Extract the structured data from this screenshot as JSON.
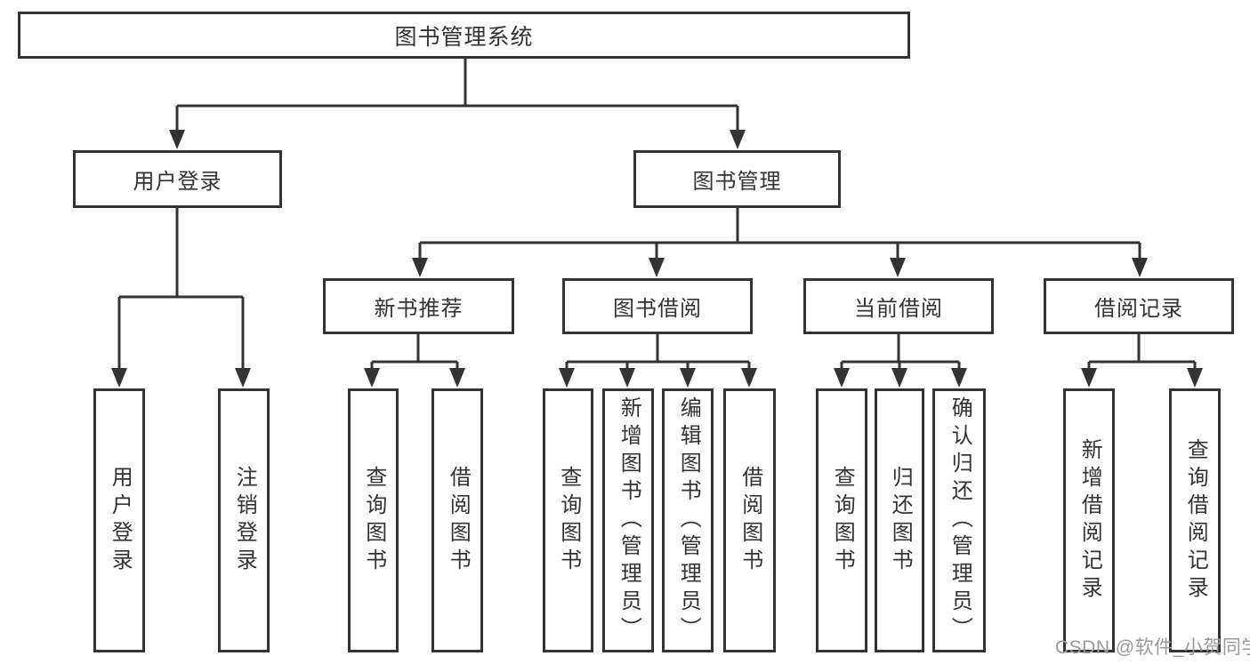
{
  "diagram": {
    "root": "图书管理系统",
    "branches": [
      {
        "label": "用户登录",
        "children": [
          "用户登录",
          "注销登录"
        ]
      },
      {
        "label": "图书管理",
        "groups": [
          {
            "label": "新书推荐",
            "children": [
              "查询图书",
              "借阅图书"
            ]
          },
          {
            "label": "图书借阅",
            "children": [
              "查询图书",
              "新增图书（管理员）",
              "编辑图书（管理员）",
              "借阅图书"
            ]
          },
          {
            "label": "当前借阅",
            "children": [
              "查询图书",
              "归还图书",
              "确认归还（管理员）"
            ]
          },
          {
            "label": "借阅记录",
            "children": [
              "新增借阅记录",
              "查询借阅记录"
            ]
          }
        ]
      }
    ]
  },
  "watermark": "CSDN @软件_小贺同学",
  "colors": {
    "line": "#333333",
    "text": "#333333",
    "watermark_text": "#9a9a9a",
    "background": "#ffffff"
  }
}
